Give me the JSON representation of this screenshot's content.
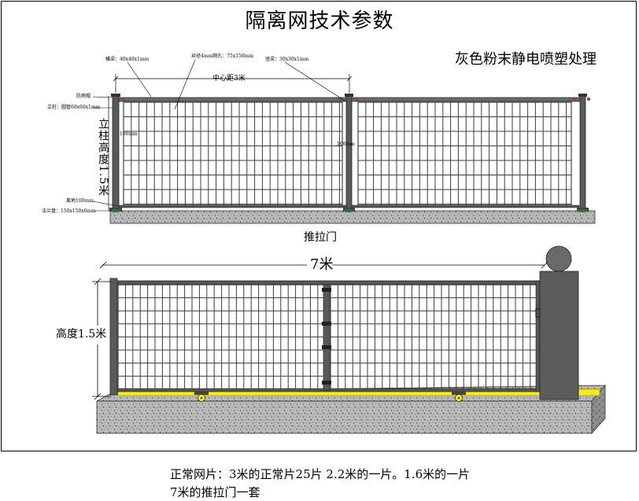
{
  "title": "隔离网技术参数",
  "finish_note": "灰色粉末静电喷塑处理",
  "fence_labels": {
    "top_rail": "横梁：40x40x1mm",
    "wire_mesh": "丝径4mm网孔：75x150mm",
    "vertical_bar": "竖梁：30x30x1mm",
    "rain_cap": "防雨帽",
    "post": "立柱：圆管60x60x1mm",
    "ground_clearance": "离地100mm",
    "flange": "法兰盘：150x150x6mm",
    "mesh_offset_left": "100mm",
    "mesh_offset_right": "100mm",
    "center_distance": "中心距3米",
    "post_height": "立柱高度1.5米"
  },
  "gate": {
    "title": "推拉门",
    "length": "7米",
    "height": "高度1.5米"
  },
  "notes": [
    "正常网片：3米的正常片25片 2.2米的一片。1.6米的一片",
    "7米的推拉门一套"
  ],
  "colors": {
    "frame": "#5a5a5a",
    "mesh": "#3c3c3c",
    "rail_yellow": "#f4ec1c",
    "concrete": "#b5b5b5",
    "pillar": "#5c5c5c",
    "bolt": "#8a4e1e"
  }
}
